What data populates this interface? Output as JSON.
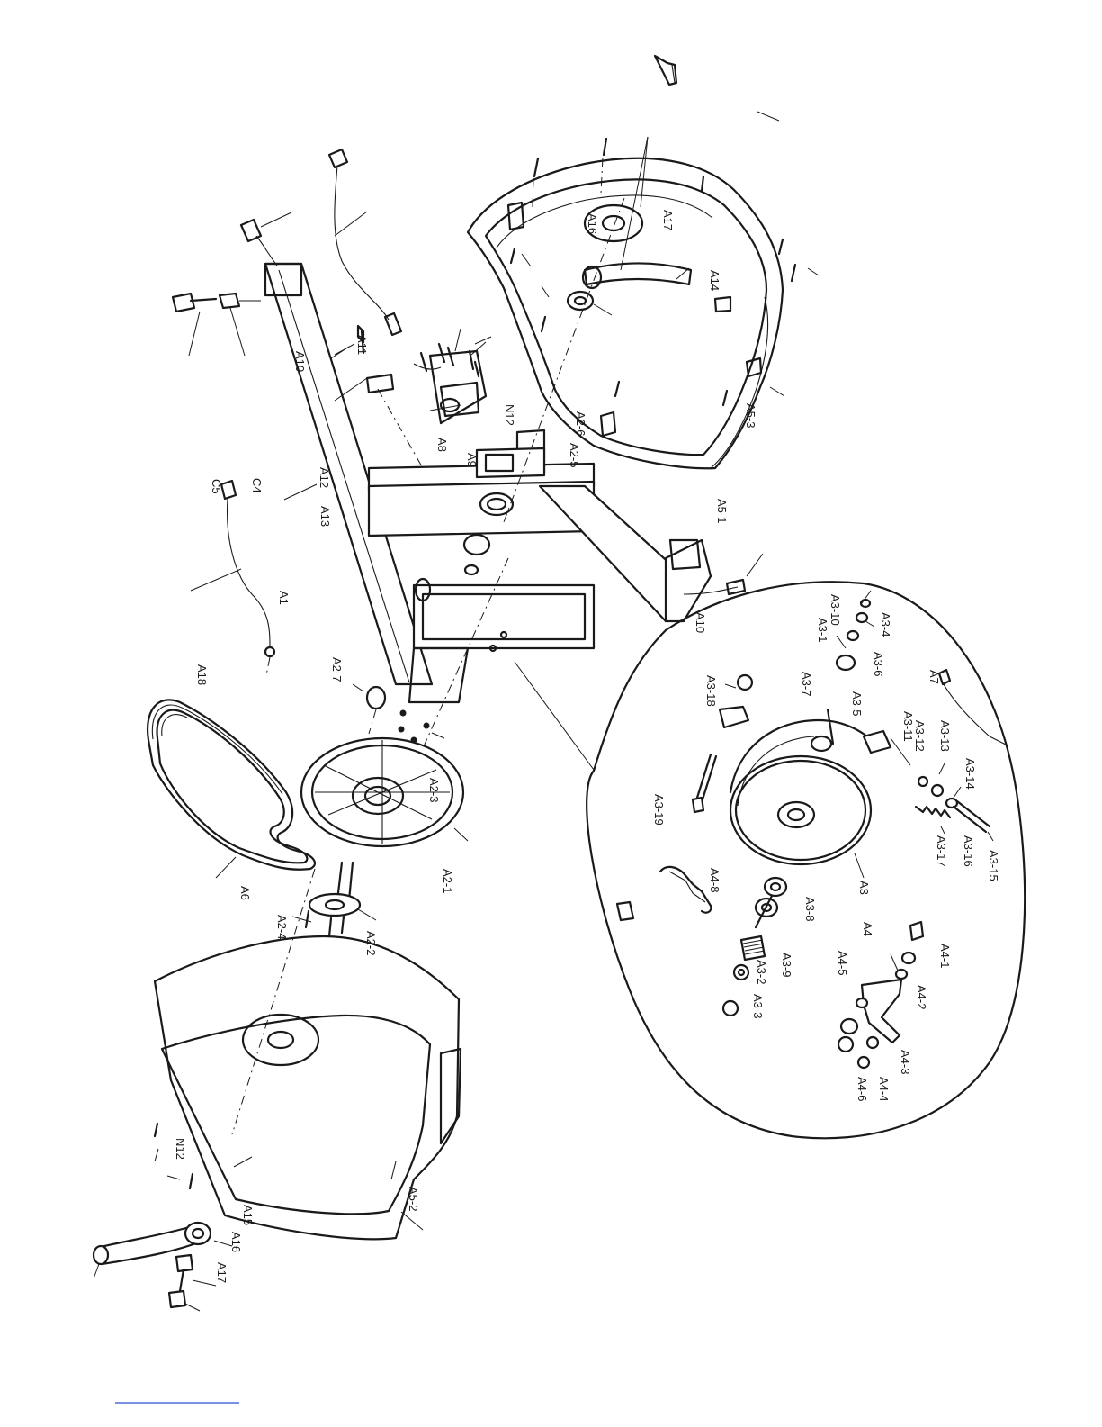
{
  "labels": {
    "c4": "C4",
    "c5": "C5",
    "a1": "A1",
    "a18": "A18",
    "a10_top": "A10",
    "a11": "A11",
    "a12": "A12",
    "a13": "A13",
    "a8": "A8",
    "a9": "A9",
    "n12_top": "N12",
    "a2_5": "A2-5",
    "a2_6": "A2-6",
    "a5_1": "A5-1",
    "a5_3": "A5-3",
    "a10_right": "A10",
    "a14": "A14",
    "a16_top": "A16",
    "a17_top": "A17",
    "a2_7": "A2-7",
    "a2_3": "A2-3",
    "a2_1": "A2-1",
    "a2_2": "A2-2",
    "a2_4": "A2-4",
    "a6": "A6",
    "n12_bottom": "N12",
    "a15": "A15",
    "a5_2": "A5-2",
    "a16_bottom": "A16",
    "a17_bottom": "A17",
    "a3_10": "A3-10",
    "a3_4": "A3-4",
    "a3_1": "A3-1",
    "a3_6": "A3-6",
    "a3_7": "A3-7",
    "a3_5": "A3-5",
    "a3_18": "A3-18",
    "a7": "A7",
    "a3_11": "A3-11",
    "a3_12": "A3-12",
    "a3_13": "A3-13",
    "a3_14": "A3-14",
    "a3_19": "A3-19",
    "a3_17": "A3-17",
    "a3_16": "A3-16",
    "a3_15": "A3-15",
    "a3": "A3",
    "a4_8": "A4-8",
    "a3_8a": "A3-8",
    "a3_9": "A3-9",
    "a3_2": "A3-2",
    "a3_3": "A3-3",
    "a4": "A4",
    "a4_1": "A4-1",
    "a4_5": "A4-5",
    "a4_2": "A4-2",
    "a4_3": "A4-3",
    "a4_4": "A4-4",
    "a4_6": "A4-6"
  }
}
